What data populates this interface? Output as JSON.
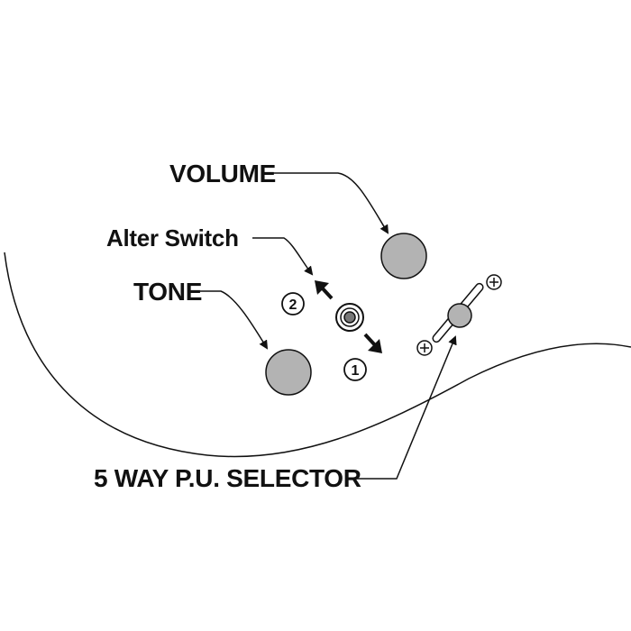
{
  "labels": {
    "volume": "VOLUME",
    "alter_switch": "Alter Switch",
    "tone": "TONE",
    "selector": "5 WAY P.U. SELECTOR"
  },
  "switch_positions": {
    "position_1": "1",
    "position_2": "2"
  },
  "colors": {
    "knob_fill": "#b3b3b3",
    "line": "#111111",
    "background": "#ffffff"
  },
  "icons": {
    "screw": "plus-screw-icon",
    "arrow": "double-arrow-icon"
  }
}
